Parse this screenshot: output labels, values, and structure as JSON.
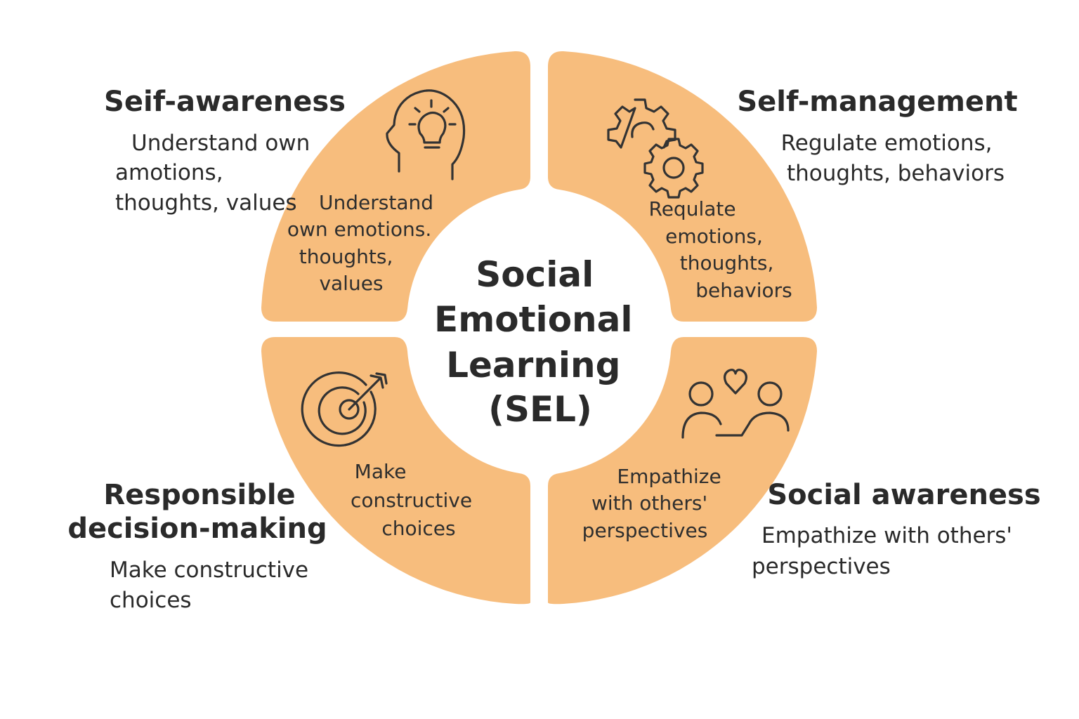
{
  "center": {
    "lines": [
      "Social",
      "Emotional",
      "Learning",
      "(SEL)"
    ]
  },
  "colors": {
    "segment_fill": "#f7bd7d",
    "text": "#2a2a2a",
    "background": "#ffffff"
  },
  "competencies": [
    {
      "id": "self-awareness",
      "icon": "head-lightbulb-icon",
      "title": [
        "Seif-awareness"
      ],
      "description": [
        "Understand own",
        "amotions,",
        "thoughts, values"
      ],
      "inner_text": [
        "Understand",
        "own emotions.",
        "thoughts,",
        "values"
      ]
    },
    {
      "id": "self-management",
      "icon": "gears-icon",
      "title": [
        "Self-management"
      ],
      "description": [
        "Regulate emotions,",
        "thoughts, behaviors"
      ],
      "inner_text": [
        "Requlate",
        "emotions,",
        "thoughts,",
        "behaviors"
      ]
    },
    {
      "id": "responsible-decision-making",
      "icon": "target-arrow-icon",
      "title": [
        "Responsible",
        "decision-making"
      ],
      "description": [
        "Make constructive",
        "choices"
      ],
      "inner_text": [
        "Make",
        "constructive",
        "choices"
      ]
    },
    {
      "id": "social-awareness",
      "icon": "people-heart-icon",
      "title": [
        "Social awareness"
      ],
      "description": [
        "Empathize with others'",
        "perspectives"
      ],
      "inner_text": [
        "Empathize",
        "with others'",
        "perspectives"
      ]
    }
  ]
}
